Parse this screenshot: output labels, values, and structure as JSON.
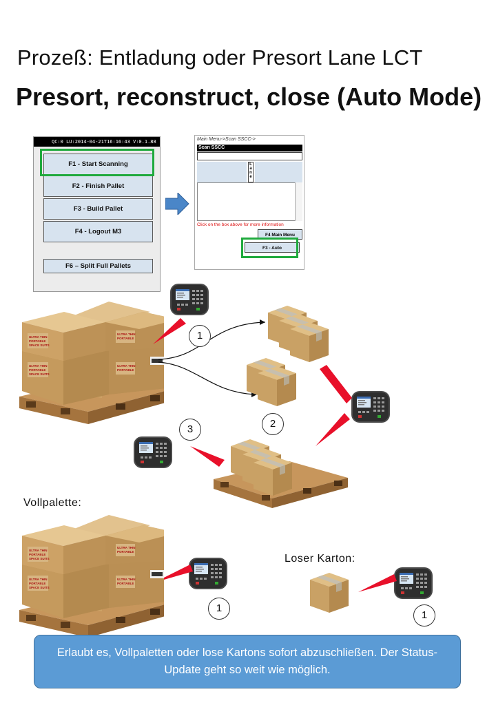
{
  "title": {
    "line1": "Prozeß: Entladung oder Presort Lane LCT",
    "line2": "Presort, reconstruct, close (Auto Mode)"
  },
  "menu_screen": {
    "status_bar": "QC:0 LU:2014-04-21T16:16:43 V:0.1.88",
    "buttons": [
      "F1 - Start Scanning",
      "F2 - Finish Pallet",
      "F3 - Build Pallet",
      "F4 - Logout M3",
      "F6 – Split Full Pallets"
    ]
  },
  "scan_screen": {
    "breadcrumb": "Main Menu->Scan SSCC->",
    "header": "Scan SSCC",
    "lane_label": "L a n e",
    "hint": "Click on the box above for more information",
    "f4_button": "F4 Main Menu",
    "f3_button": "F3 - Auto"
  },
  "steps": {
    "step1": "1",
    "step2": "2",
    "step3": "3",
    "step_voll": "1",
    "step_loser": "1"
  },
  "labels": {
    "vollpalette": "Vollpalette:",
    "loser_karton": "Loser Karton:"
  },
  "info": {
    "text": "Erlaubt es, Vollpaletten oder lose Kartons sofort abzuschließen. Der Status-Update geht so weit wie möglich."
  },
  "colors": {
    "green_highlight": "#1faa3d",
    "arrow_blue": "#4a86c8",
    "laser_red": "#e8102a",
    "info_blue": "#5b9bd5",
    "box_brown": "#c9a165",
    "pallet_wood": "#b5834c"
  }
}
